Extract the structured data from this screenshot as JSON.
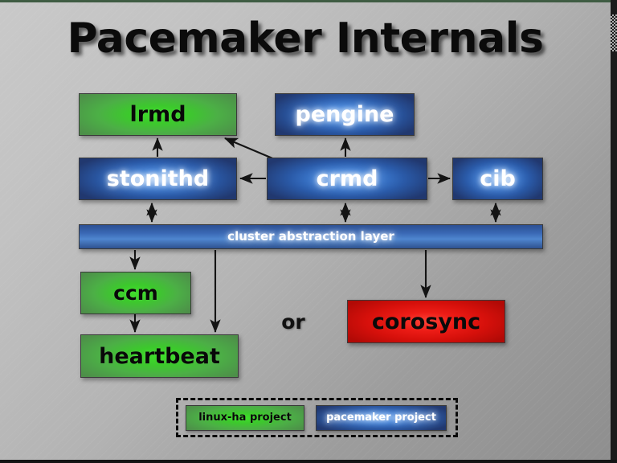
{
  "slide": {
    "title": "Pacemaker Internals",
    "or_label": "or"
  },
  "nodes": {
    "lrmd": "lrmd",
    "pengine": "pengine",
    "stonithd": "stonithd",
    "crmd": "crmd",
    "cib": "cib",
    "cluster_abstraction_layer": "cluster abstraction layer",
    "ccm": "ccm",
    "heartbeat": "heartbeat",
    "corosync": "corosync"
  },
  "legend": {
    "linux_ha": "linux-ha project",
    "pacemaker": "pacemaker project"
  },
  "colors": {
    "green": "#3cc92c",
    "blue": "#2a5aa8",
    "red": "#ed1c16",
    "bar_blue": "#3a69b5",
    "background_light": "#c9c9c9",
    "background_dark": "#8e8e8e",
    "arrow": "#141414",
    "title_text": "#0b0b0b"
  },
  "diagram": {
    "type": "block-diagram",
    "edges": [
      {
        "from": "stonithd",
        "to": "lrmd",
        "style": "arrow-up"
      },
      {
        "from": "crmd",
        "to": "lrmd",
        "style": "arrow-diagonal"
      },
      {
        "from": "crmd",
        "to": "pengine",
        "style": "arrow-up"
      },
      {
        "from": "crmd",
        "to": "stonithd",
        "style": "arrow-left"
      },
      {
        "from": "crmd",
        "to": "cib",
        "style": "arrow-right"
      },
      {
        "from": "stonithd",
        "to": "cluster abstraction layer",
        "style": "double-arrow"
      },
      {
        "from": "crmd",
        "to": "cluster abstraction layer",
        "style": "double-arrow"
      },
      {
        "from": "cib",
        "to": "cluster abstraction layer",
        "style": "double-arrow"
      },
      {
        "from": "cluster abstraction layer",
        "to": "ccm",
        "style": "arrow-down"
      },
      {
        "from": "cluster abstraction layer",
        "to": "heartbeat",
        "style": "arrow-down"
      },
      {
        "from": "ccm",
        "to": "heartbeat",
        "style": "arrow-down"
      },
      {
        "from": "cluster abstraction layer",
        "to": "corosync",
        "style": "arrow-down"
      }
    ]
  }
}
